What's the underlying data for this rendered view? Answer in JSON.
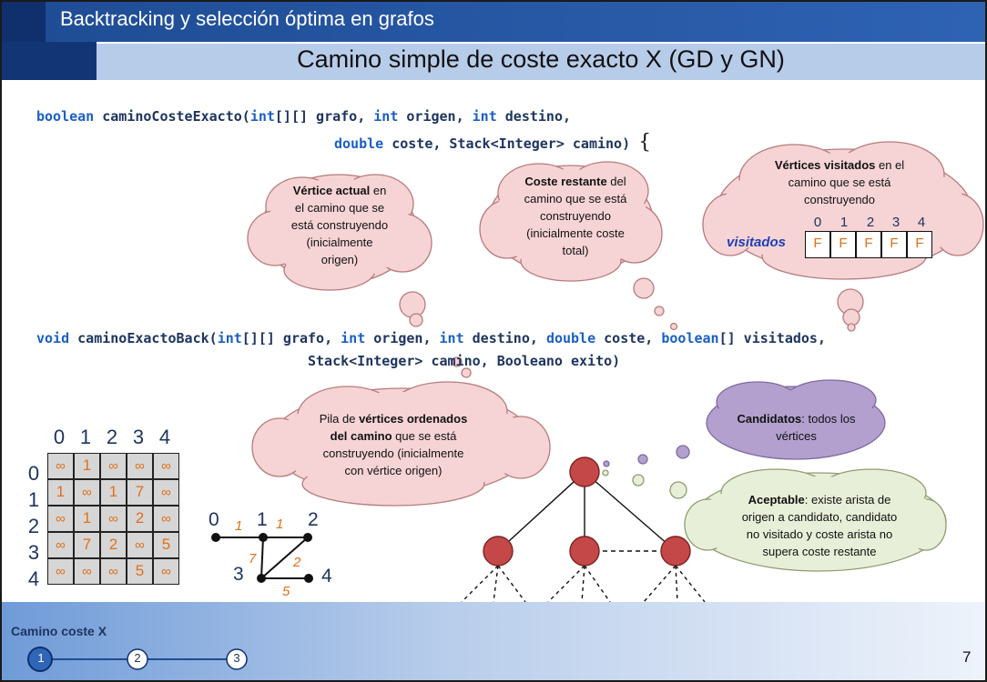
{
  "header": {
    "title": "Backtracking y selección óptima en grafos",
    "subtitle": "Camino simple de coste exacto X (GD y GN)"
  },
  "code": {
    "sig1_line1_kw": "boolean",
    "sig1_line1_name": " caminoCosteExacto(",
    "sig1_line1_kw2": "int",
    "sig1_line1_p1": "[][] grafo, ",
    "sig1_line1_kw3": "int",
    "sig1_line1_p2": " origen, ",
    "sig1_line1_kw4": "int",
    "sig1_line1_p3": " destino,",
    "sig1_line2_kw": "double",
    "sig1_line2_p": " coste, Stack<Integer> camino)",
    "sig1_brace": "{",
    "sig2_line1_kw": "void",
    "sig2_line1_name": " caminoExactoBack(",
    "sig2_line1_kw2": "int",
    "sig2_line1_p1": "[][] grafo, ",
    "sig2_line1_kw3": "int",
    "sig2_line1_p2": " origen, ",
    "sig2_line1_kw4": "int",
    "sig2_line1_p3": " destino, ",
    "sig2_line1_kw5": "double",
    "sig2_line1_p4": " coste, ",
    "sig2_line1_kw6": "boolean",
    "sig2_line1_p5": "[] visitados,",
    "sig2_line2_p": "Stack<Integer> camino, Booleano exito)"
  },
  "callouts": {
    "vertice_actual": {
      "bold": "Vértice actual",
      "rest1": " en",
      "l2": "el camino que se",
      "l3": "está construyendo",
      "l4": "(inicialmente",
      "l5": "origen)"
    },
    "coste_restante": {
      "bold": "Coste restante",
      "rest1": " del",
      "l2": "camino que se está",
      "l3": "construyendo",
      "l4": "(inicialmente coste",
      "l5": "total)"
    },
    "vertices_visitados": {
      "bold": "Vértices visitados",
      "rest1": " en el",
      "l2": "camino que se está",
      "l3": "construyendo"
    },
    "pila": {
      "l1a": "Pila de ",
      "l1b": "vértices ordenados",
      "l2b": "del camino",
      "l2a": " que se está",
      "l3": "construyendo (inicialmente",
      "l4": "con vértice origen)"
    },
    "candidatos": {
      "bold": "Candidatos",
      "rest1": ": todos los",
      "l2": "vértices"
    },
    "aceptable": {
      "bold": "Aceptable",
      "rest1": ": existe arista de",
      "l2": "origen a candidato, candidato",
      "l3": "no visitado y coste arista no",
      "l4": "supera coste restante"
    }
  },
  "visitados": {
    "label": "visitados",
    "indices": [
      "0",
      "1",
      "2",
      "3",
      "4"
    ],
    "values": [
      "F",
      "F",
      "F",
      "F",
      "F"
    ]
  },
  "matrix": {
    "col_headers": [
      "0",
      "1",
      "2",
      "3",
      "4"
    ],
    "row_headers": [
      "0",
      "1",
      "2",
      "3",
      "4"
    ],
    "rows": [
      [
        "∞",
        "1",
        "∞",
        "∞",
        "∞"
      ],
      [
        "1",
        "∞",
        "1",
        "7",
        "∞"
      ],
      [
        "∞",
        "1",
        "∞",
        "2",
        "∞"
      ],
      [
        "∞",
        "7",
        "2",
        "∞",
        "5"
      ],
      [
        "∞",
        "∞",
        "∞",
        "5",
        "∞"
      ]
    ]
  },
  "graph": {
    "node_labels": [
      "0",
      "1",
      "2",
      "3",
      "4"
    ],
    "edge_weights": {
      "e01": "1",
      "e12": "1",
      "e13": "7",
      "e23": "2",
      "e34": "5"
    }
  },
  "footer": {
    "label": "Camino coste X",
    "steps": [
      "1",
      "2",
      "3"
    ],
    "page_number": "7"
  },
  "colors": {
    "header_dark": "#0f2f6d",
    "header_blue": "#2e62b3",
    "subheader": "#b7cce9",
    "keyword": "#1a5fc4",
    "orange": "#e0701a",
    "pink_cloud": "#f6d4d6",
    "purple_cloud": "#b3a0cf",
    "green_cloud": "#e7efd9",
    "tree_node": "#c44848"
  }
}
